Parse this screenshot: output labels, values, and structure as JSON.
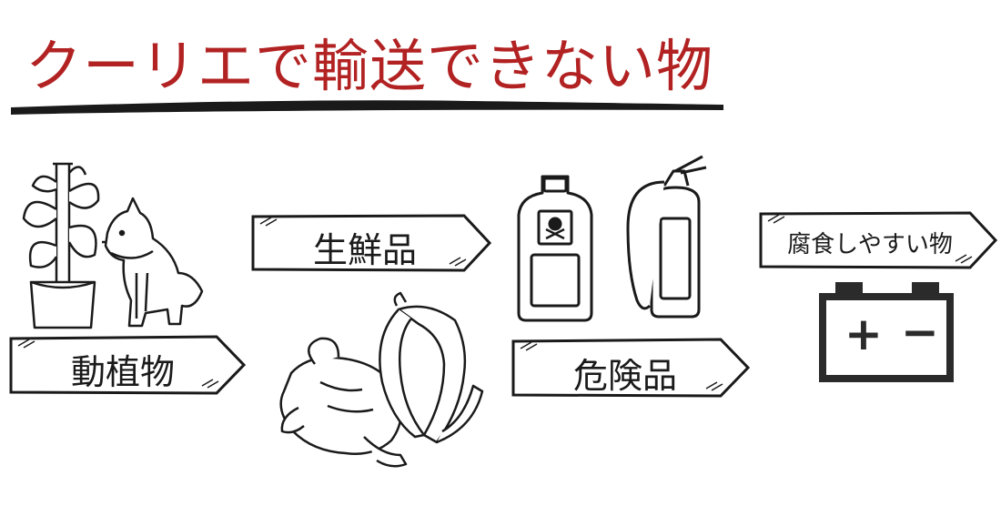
{
  "title": "クーリエで輸送できない物",
  "colors": {
    "title": "#b22222",
    "ink": "#1a1a1a"
  },
  "categories": [
    {
      "label": "動植物",
      "icons": [
        "potted-plant-icon",
        "dog-icon"
      ]
    },
    {
      "label": "生鮮品",
      "icons": [
        "chicken-icon",
        "bananas-icon"
      ]
    },
    {
      "label": "危険品",
      "icons": [
        "poison-bottle-icon",
        "fire-extinguisher-icon"
      ]
    },
    {
      "label": "腐食しやすい物",
      "icons": [
        "battery-icon"
      ]
    }
  ],
  "battery": {
    "plus": "+",
    "minus": "−"
  }
}
